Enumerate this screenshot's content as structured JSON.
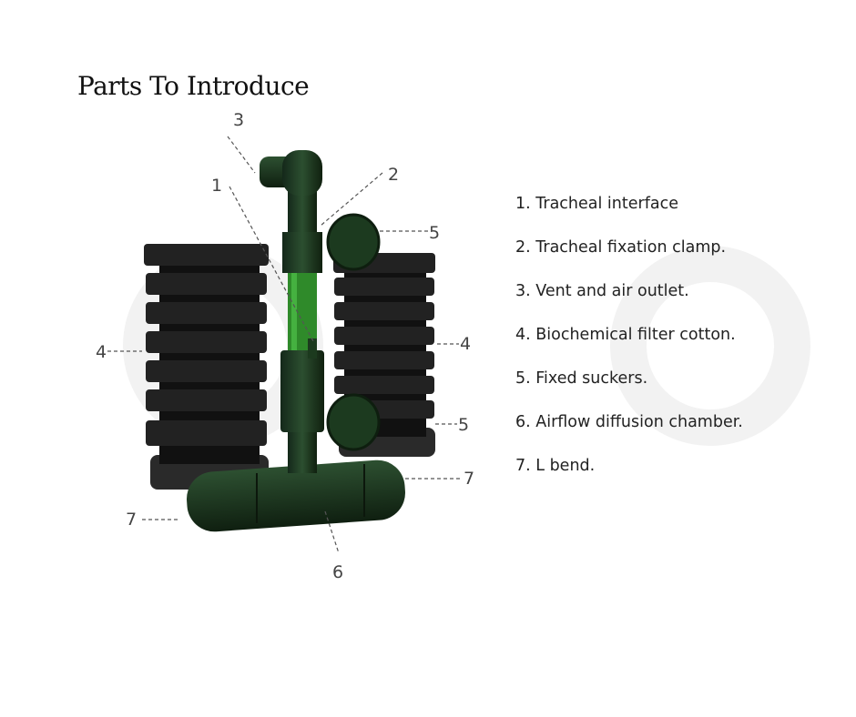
{
  "title": "Parts To Introduce",
  "callouts": {
    "c1": "1",
    "c2": "2",
    "c3": "3",
    "c4a": "4",
    "c4b": "4",
    "c5a": "5",
    "c5b": "5",
    "c6": "6",
    "c7a": "7",
    "c7b": "7"
  },
  "parts": [
    "1. Tracheal interface",
    "2. Tracheal fixation clamp.",
    "3. Vent and air outlet.",
    "4. Biochemical filter cotton.",
    "5. Fixed suckers.",
    "6. Airflow diffusion chamber.",
    "7. L bend."
  ],
  "colors": {
    "sponge": "#1c1c1c",
    "pipe": "#1e3a22",
    "tube": "#2f8a2a"
  }
}
